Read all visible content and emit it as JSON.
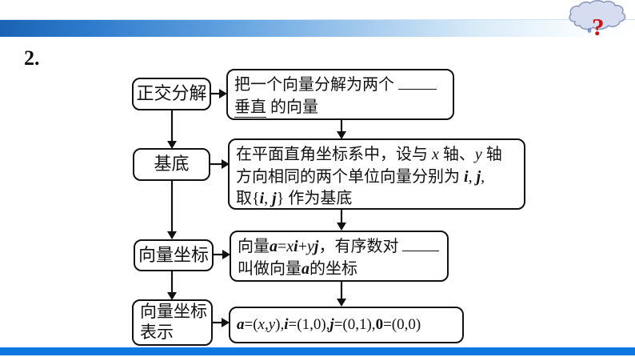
{
  "slide": {
    "number_label": "2."
  },
  "header": {
    "question_mark": "?"
  },
  "colors": {
    "top_bar_left": "#1a63b4",
    "bottom_bar": "#0d78e2",
    "cloud_fill": "#d7ddf1",
    "cloud_stroke": "#8d9ac0",
    "question_mark_red": "#cc1111",
    "line_black": "#111111"
  },
  "flowchart": {
    "left_nodes": [
      {
        "label": "正交分解"
      },
      {
        "label": "基底"
      },
      {
        "label": "向量坐标"
      },
      {
        "label": "向量坐标\n表示"
      }
    ],
    "right_nodes": {
      "box1": {
        "line1": [
          {
            "t": "把一个向量分解为两个 "
          },
          {
            "style": "blank",
            "w": 48
          }
        ],
        "line2": [
          {
            "t": "垂直",
            "style": "u"
          },
          {
            "t": " 的向量"
          }
        ]
      },
      "box2": {
        "line1": [
          {
            "t": "在平面直角坐标系中，设与 "
          },
          {
            "t": "x",
            "style": "i"
          },
          {
            "t": " 轴、"
          },
          {
            "t": "y",
            "style": "i"
          },
          {
            "t": " 轴"
          }
        ],
        "line2": [
          {
            "t": "方向相同的两个单位向量分别为 "
          },
          {
            "t": "i",
            "style": "bi"
          },
          {
            "t": ", "
          },
          {
            "t": "j",
            "style": "bi"
          },
          {
            "t": ","
          }
        ],
        "line3": [
          {
            "t": "取{"
          },
          {
            "t": "i",
            "style": "bi"
          },
          {
            "t": ", "
          },
          {
            "t": "j",
            "style": "bi"
          },
          {
            "t": "} 作为基底"
          }
        ]
      },
      "box3": {
        "line1": [
          {
            "t": "向量"
          },
          {
            "t": "a",
            "style": "bi"
          },
          {
            "t": "="
          },
          {
            "t": "x",
            "style": "i"
          },
          {
            "t": "i",
            "style": "bi"
          },
          {
            "t": "+"
          },
          {
            "t": "y",
            "style": "i"
          },
          {
            "t": "j",
            "style": "bi"
          },
          {
            "t": "，有序数对 "
          },
          {
            "style": "blank",
            "w": 46
          }
        ],
        "line2": [
          {
            "t": "叫做向量"
          },
          {
            "t": "a",
            "style": "bi"
          },
          {
            "t": "的坐标"
          }
        ]
      },
      "box4": {
        "line1": [
          {
            "t": "a",
            "style": "bi"
          },
          {
            "t": "=("
          },
          {
            "t": "x",
            "style": "i"
          },
          {
            "t": ","
          },
          {
            "t": "y",
            "style": "i"
          },
          {
            "t": "),"
          },
          {
            "t": "i",
            "style": "bi"
          },
          {
            "t": "=(1,0),"
          },
          {
            "t": "j",
            "style": "bi"
          },
          {
            "t": "=(0,1),"
          },
          {
            "t": "0",
            "style": "b"
          },
          {
            "t": "=(0,0)"
          }
        ]
      }
    }
  }
}
